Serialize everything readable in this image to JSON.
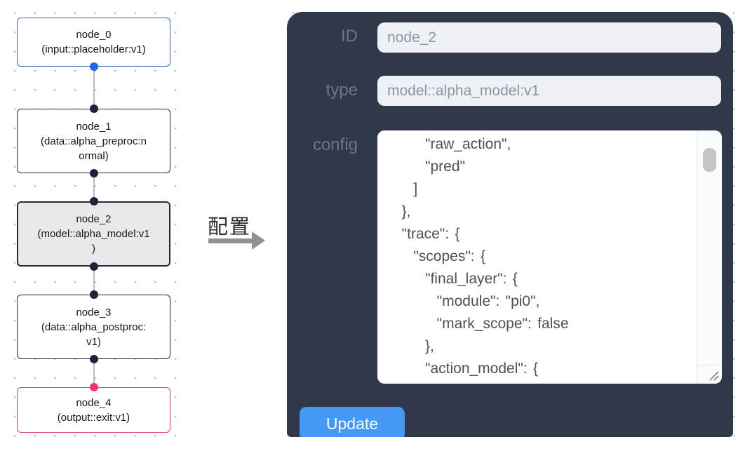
{
  "flow": {
    "nodes": [
      {
        "id": "node_0",
        "label": "node_0\n(input::placeholder:v1)"
      },
      {
        "id": "node_1",
        "label": "node_1\n(data::alpha_preproc:n\normal)"
      },
      {
        "id": "node_2",
        "label": "node_2\n(model::alpha_model:v1\n)",
        "selected": true
      },
      {
        "id": "node_3",
        "label": "node_3\n(data::alpha_postproc:\nv1)"
      },
      {
        "id": "node_4",
        "label": "node_4\n(output::exit:v1)"
      }
    ],
    "colors": {
      "input_node_border": "#3565cc",
      "process_node_border": "#232b3b",
      "output_node_border": "#ef3d77",
      "selected_node_bg": "#e9e9eb",
      "input_port_dot": "#2563eb",
      "default_port_dot": "#1b2438",
      "output_port_dot": "#f5317c",
      "edge": "#bbbbbb"
    }
  },
  "annotation": {
    "label": "配置",
    "arrow_color": "#8f9193"
  },
  "panel": {
    "bg": "#2f3949",
    "accent": "#4499f7",
    "id_label": "ID",
    "id_value": "node_2",
    "type_label": "type",
    "type_value": "model::alpha_model:v1",
    "config_label": "config",
    "config_text": "      \"raw_action\",\n      \"pred\"\n    ]\n  },\n  \"trace\": {\n    \"scopes\": {\n      \"final_layer\": {\n        \"module\": \"pi0\",\n        \"mark_scope\": false\n      },\n      \"action_model\": {",
    "update_label": "Update"
  }
}
